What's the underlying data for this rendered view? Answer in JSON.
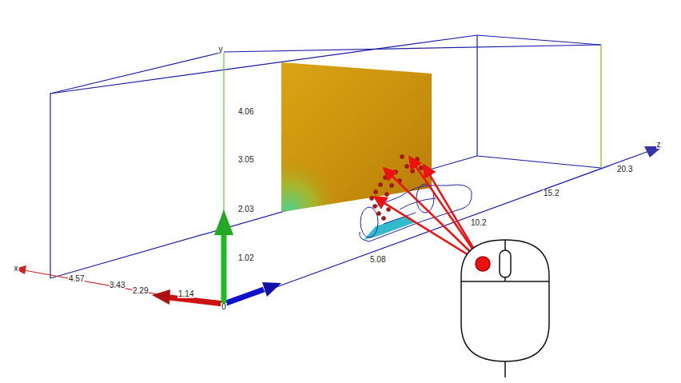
{
  "diagram": {
    "labels": [
      "y",
      "4.06",
      "3.05",
      "2.03",
      "1.02",
      "z",
      "5.08",
      "10.2",
      "15.2",
      "20.3",
      "x",
      "4.57",
      "3.43",
      "2.29",
      "1.14",
      "0"
    ]
  }
}
